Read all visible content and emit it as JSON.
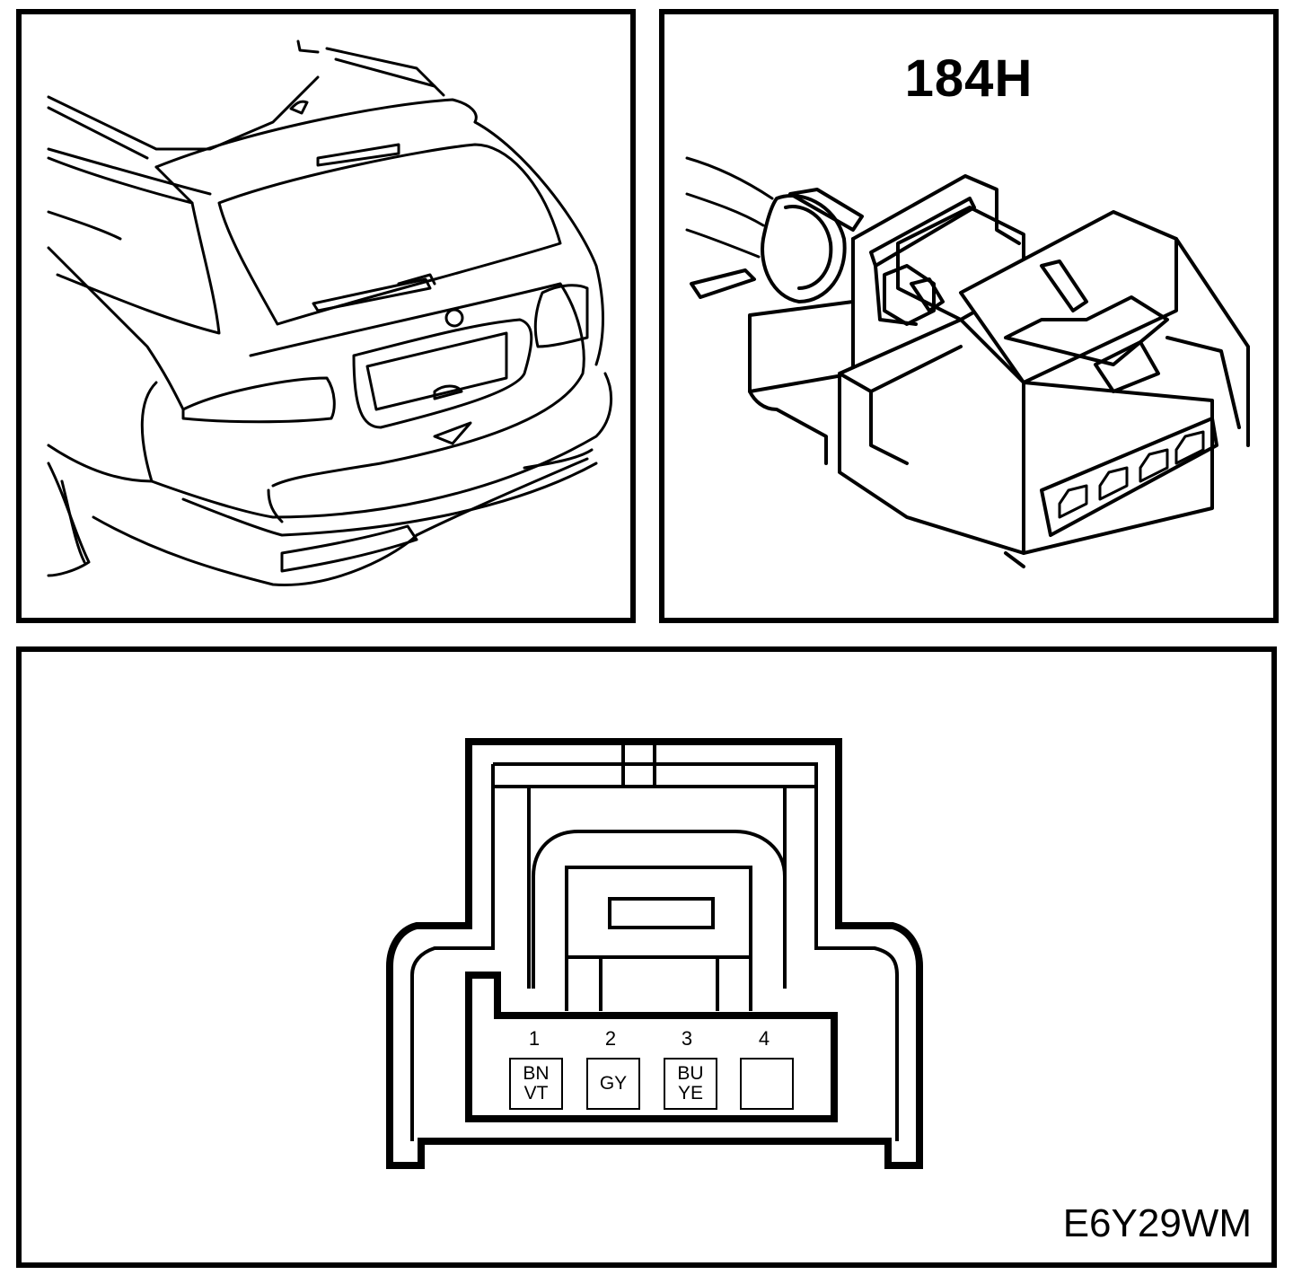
{
  "connector": {
    "code": "184H"
  },
  "figure": {
    "id": "E6Y29WM"
  },
  "pins": [
    {
      "number": "1",
      "wire_top": "BN",
      "wire_bottom": "VT"
    },
    {
      "number": "2",
      "wire_top": "GY",
      "wire_bottom": ""
    },
    {
      "number": "3",
      "wire_top": "BU",
      "wire_bottom": "YE"
    },
    {
      "number": "4",
      "wire_top": "",
      "wire_bottom": ""
    }
  ]
}
